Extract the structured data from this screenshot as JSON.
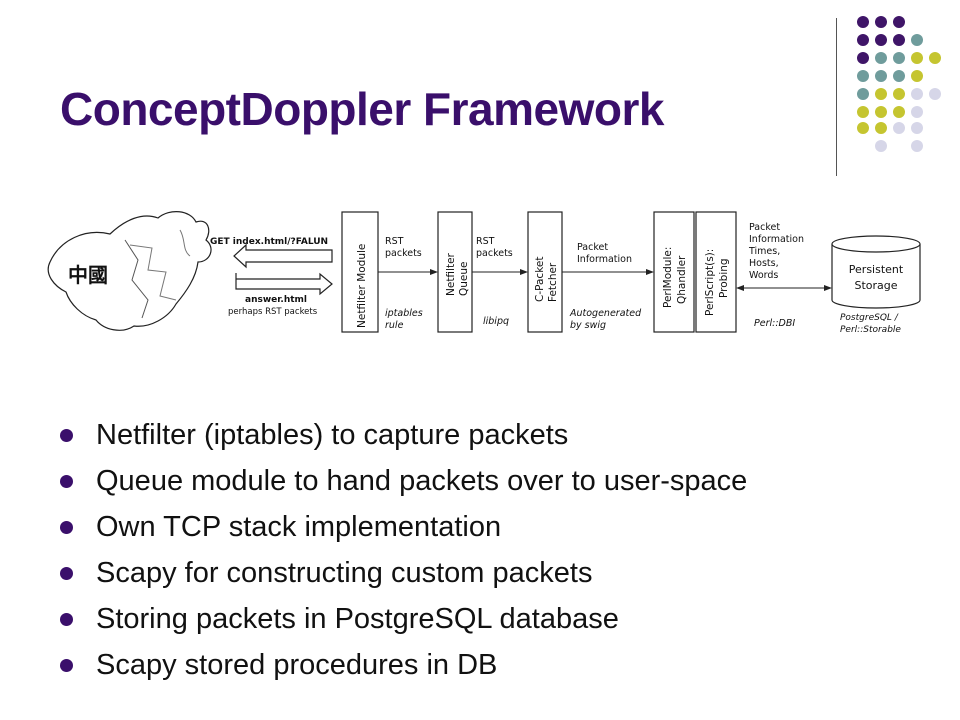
{
  "slide": {
    "title": "ConceptDoppler Framework"
  },
  "colors": {
    "title": "#3a0f6b",
    "dot_purple": "#3f1568",
    "dot_teal": "#6f9c9c",
    "dot_olive": "#c5c530",
    "dot_lavender": "#d6d6e8"
  },
  "diagram": {
    "china_label": "中國",
    "request_label": "GET index.html/?FALUN",
    "response_label": "answer.html",
    "response_note": "perhaps RST packets",
    "boxes": [
      {
        "label": "Netfilter Module"
      },
      {
        "label_line1": "Netfilter",
        "label_line2": "Queue"
      },
      {
        "label_line1": "C-Packet",
        "label_line2": "Fetcher"
      },
      {
        "label_line1": "PerlModule:",
        "label_line2": "Qhandler"
      },
      {
        "label_line1": "PerlScript(s):",
        "label_line2": "Probing"
      }
    ],
    "link1_top": [
      "RST",
      "packets"
    ],
    "link1_bottom": [
      "iptables",
      "rule"
    ],
    "link2_top": [
      "RST",
      "packets"
    ],
    "link2_bottom": "libipq",
    "link3_top": [
      "Packet",
      "Information"
    ],
    "link3_bottom": [
      "Autogenerated",
      "by swig"
    ],
    "link4_top": [
      "Packet",
      "Information",
      "Times,",
      "Hosts,",
      "Words"
    ],
    "link4_bottom": "Perl::DBI",
    "storage": [
      "Persistent",
      "Storage"
    ],
    "storage_note": [
      "PostgreSQL /",
      "Perl::Storable"
    ]
  },
  "bullets": [
    "Netfilter (iptables) to capture packets",
    "Queue module to hand packets over to user-space",
    "Own TCP stack implementation",
    "Scapy for constructing custom packets",
    "Storing packets in PostgreSQL database",
    "Scapy stored procedures in DB"
  ]
}
